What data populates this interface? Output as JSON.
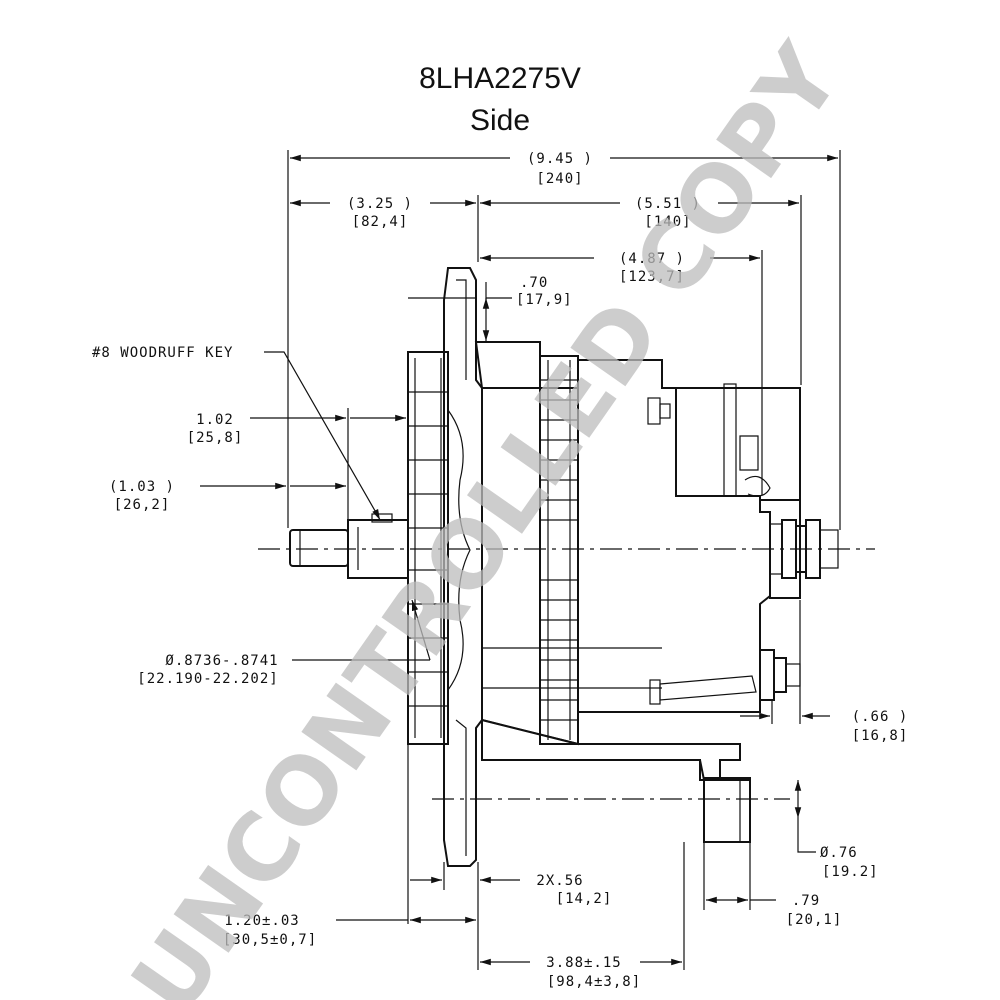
{
  "title": {
    "line1": "8LHA2275V",
    "line2": "Side"
  },
  "watermark": "UNCONTROLLED COPY",
  "dimensions": {
    "overall_length": {
      "in": "(9.45 )",
      "mm": "[240]"
    },
    "front_to_mount": {
      "in": "(3.25 )",
      "mm": "[82,4]"
    },
    "mount_to_rear": {
      "in": "(5.51 )",
      "mm": "[140]"
    },
    "mount_to_housing": {
      "in": "(4.87 )",
      "mm": "[123,7]"
    },
    "ear_offset": {
      "in": ".70",
      "mm": "[17,9]"
    },
    "shaft_to_fan": {
      "in": "1.02",
      "mm": "[25,8]"
    },
    "shaft_length": {
      "in": "(1.03 )",
      "mm": "[26,2]"
    },
    "shaft_diameter": {
      "in": "Ø.8736-.8741",
      "mm": "[22.190-22.202]"
    },
    "terminal_offset": {
      "in": "(.66 )",
      "mm": "[16,8]"
    },
    "bore_diameter": {
      "in": "Ø.76",
      "mm": "[19.2]"
    },
    "ear_thickness": {
      "in": "2X.56",
      "mm": "[14,2]"
    },
    "foot_width": {
      "in": ".79",
      "mm": "[20,1]"
    },
    "fan_offset": {
      "in": "1.20±.03",
      "mm": "[30,5±0,7]"
    },
    "mount_spacing": {
      "in": "3.88±.15",
      "mm": "[98,4±3,8]"
    }
  },
  "callouts": {
    "woodruff_key": "#8 WOODRUFF KEY"
  },
  "colors": {
    "line": "#111111",
    "watermark": "#bdbdbd"
  }
}
